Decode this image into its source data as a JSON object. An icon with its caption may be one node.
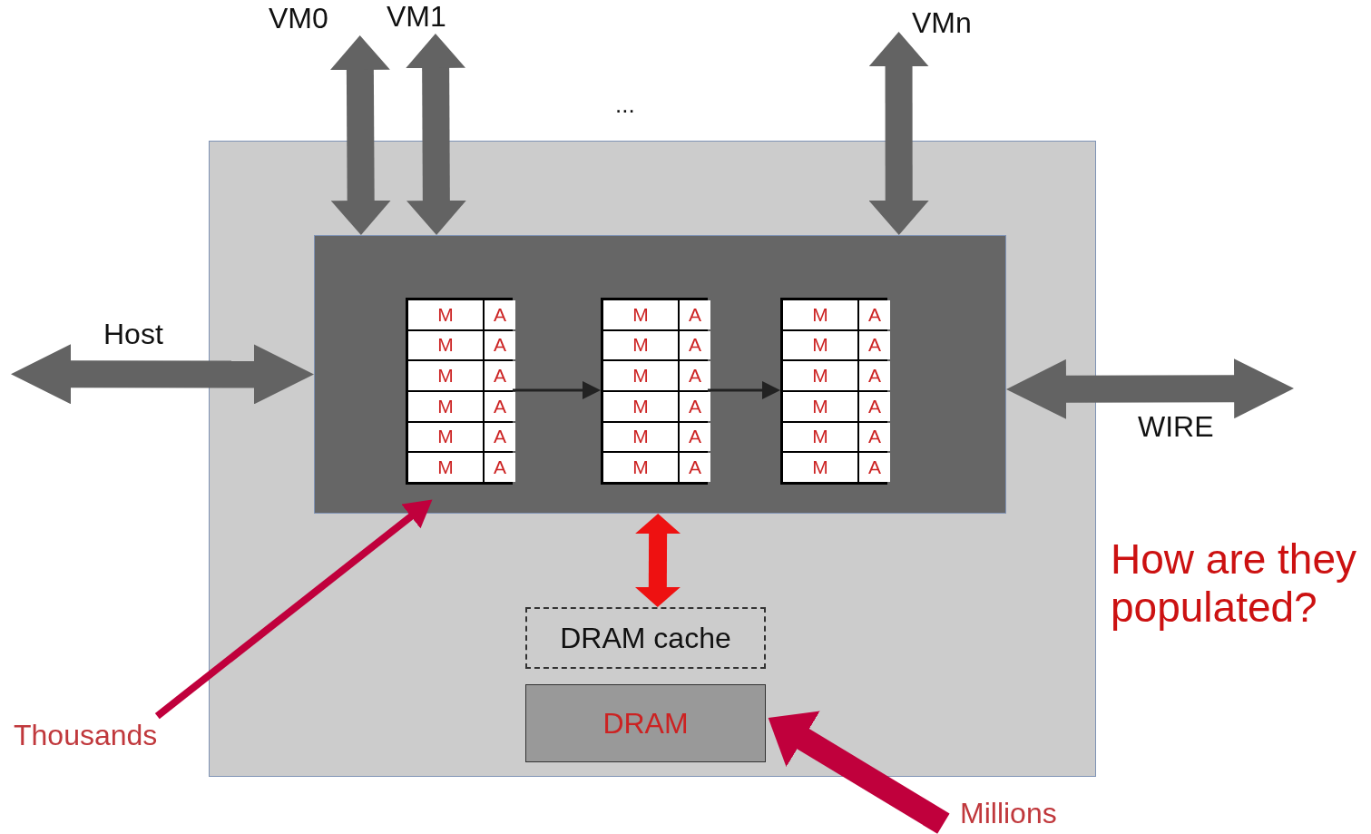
{
  "diagram": {
    "nodes": [
      {
        "text": [],
        "shape": "box"
      },
      {
        "text": [],
        "shape": "box",
        "in": 0
      },
      {
        "text": [
          "M",
          "A",
          "M",
          "A",
          "M",
          "A",
          "M",
          "A",
          "M",
          "A",
          "M",
          "A"
        ],
        "in": 1
      },
      {
        "text": [
          "M",
          "A",
          "M",
          "A",
          "M",
          "A",
          "M",
          "A",
          "M",
          "A",
          "M",
          "A"
        ],
        "in": 1
      },
      {
        "text": [
          "M",
          "A",
          "M",
          "A",
          "M",
          "A",
          "M",
          "A",
          "M",
          "A",
          "M",
          "A"
        ],
        "in": 1
      },
      {
        "text": [
          "DRAM cache"
        ],
        "in": 0
      },
      {
        "text": [
          "DRAM"
        ],
        "in": 0
      },
      {
        "text": [
          "VM0"
        ]
      },
      {
        "text": [
          "VM1"
        ]
      },
      {
        "text": [
          "VMn"
        ]
      },
      {
        "text": [
          "Host"
        ]
      },
      {
        "text": [
          "WIRE"
        ]
      },
      {
        "text": [
          "Thousands"
        ]
      },
      {
        "text": [
          "Millions"
        ]
      }
    ],
    "edges": [
      {
        "from": 7,
        "to": 1,
        "arrow": "both"
      },
      {
        "from": 8,
        "to": 1,
        "arrow": "both"
      },
      {
        "from": 9,
        "to": 1,
        "arrow": "both"
      },
      {
        "from": 10,
        "to": 1,
        "arrow": "both"
      },
      {
        "from": 1,
        "to": 11,
        "arrow": "both"
      },
      {
        "from": 2,
        "to": 3,
        "arrow": "to",
        "color": "#222222"
      },
      {
        "from": 3,
        "to": 4,
        "arrow": "to",
        "color": "#222222"
      },
      {
        "from": 1,
        "to": 5,
        "arrow": "both",
        "color": "#ee1111"
      },
      {
        "from": 12,
        "to": 2,
        "arrow": "to",
        "color": "#c0003c"
      },
      {
        "from": 13,
        "to": 6,
        "arrow": "to",
        "color": "#c0003c"
      }
    ],
    "labels": [
      "...",
      "How are they populated?"
    ]
  }
}
